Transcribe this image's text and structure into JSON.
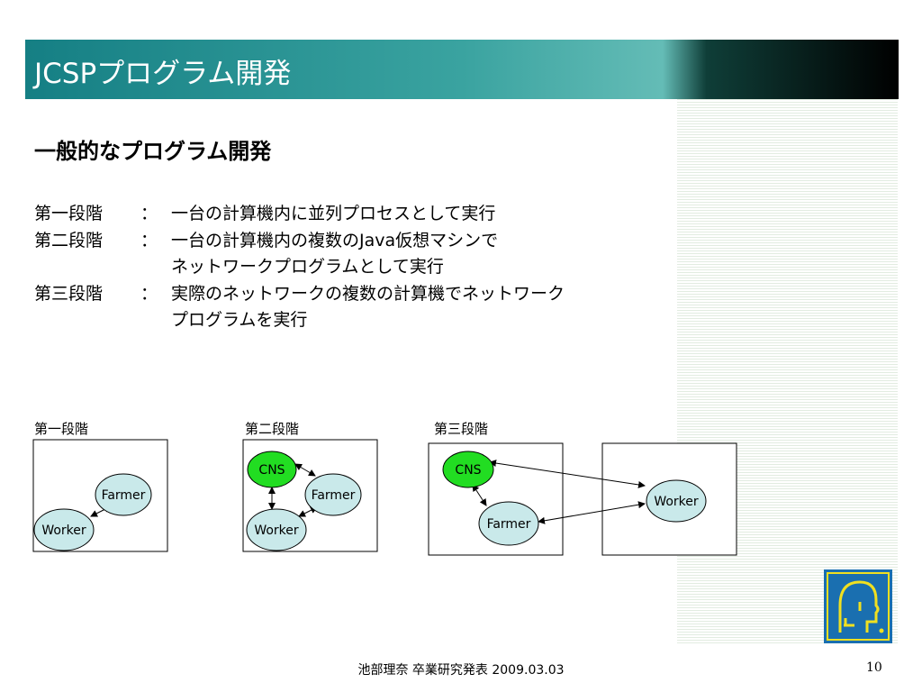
{
  "slide": {
    "title": "JCSPプログラム開発",
    "heading": "一般的なプログラム開発",
    "stages": [
      {
        "label": "第一段階",
        "colon": "：",
        "lines": [
          "一台の計算機内に並列プロセスとして実行"
        ]
      },
      {
        "label": "第二段階",
        "colon": "：",
        "lines": [
          "一台の計算機内の複数のJava仮想マシンで",
          "ネットワークプログラムとして実行"
        ]
      },
      {
        "label": "第三段階",
        "colon": "：",
        "lines": [
          "実際のネットワークの複数の計算機でネットワーク",
          "プログラムを実行"
        ]
      }
    ],
    "diagram_labels": [
      "第一段階",
      "第二段階",
      "第三段階"
    ],
    "nodes": {
      "cns": "CNS",
      "farmer": "Farmer",
      "worker": "Worker"
    },
    "footer": "池部理奈 卒業研究発表 2009.03.03",
    "page_number": "10"
  },
  "colors": {
    "node_fill": "#c9e9ea",
    "cns_fill": "#22dd22",
    "title_text": "#ffffff"
  },
  "icons": [
    "logo-icon"
  ]
}
